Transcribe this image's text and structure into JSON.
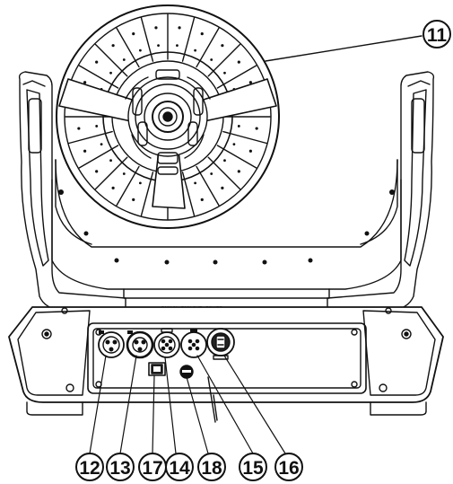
{
  "diagram": {
    "callouts": [
      {
        "id": "callout-11",
        "label": "11"
      },
      {
        "id": "callout-12",
        "label": "12"
      },
      {
        "id": "callout-13",
        "label": "13"
      },
      {
        "id": "callout-17",
        "label": "17"
      },
      {
        "id": "callout-14",
        "label": "14"
      },
      {
        "id": "callout-18",
        "label": "18"
      },
      {
        "id": "callout-15",
        "label": "15"
      },
      {
        "id": "callout-16",
        "label": "16"
      }
    ],
    "colors": {
      "line": "#111111",
      "fill": "#ffffff",
      "shade": "#222222"
    }
  }
}
